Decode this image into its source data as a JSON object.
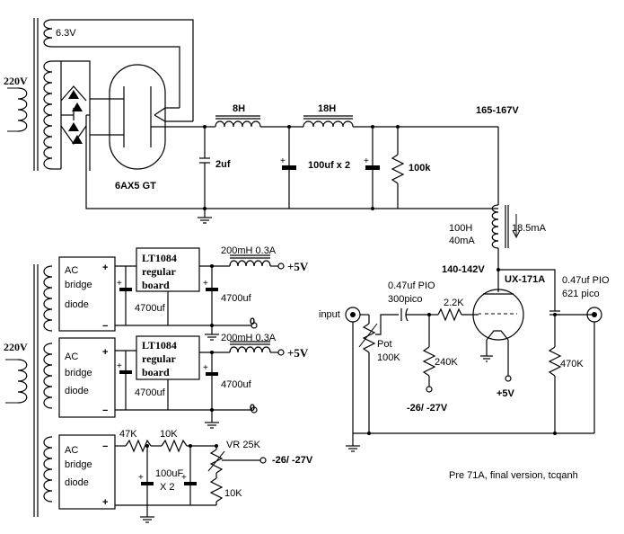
{
  "psu": {
    "mains_label": "220V",
    "heater_label": "6.3V",
    "rectifier_label": "6AX5 GT",
    "cap1_label": "2uf",
    "choke1_label": "8H",
    "choke2_label": "18H",
    "cap2_label": "100uf x 2",
    "bleeder_label": "100k",
    "bplus_label": "165-167V"
  },
  "low_voltage": {
    "mains_label": "220V",
    "block": {
      "line1": "AC",
      "line2": "bridge",
      "line3": "diode"
    },
    "reg": {
      "line1": "LT1084",
      "line2": "regular",
      "line3": "board"
    },
    "choke_label": "200mH 0.3A",
    "cap_label": "4700uf",
    "plus_label": "+",
    "minus_label": "−",
    "out_pos": "+5V",
    "out_zero": "0",
    "bias_r1": "47K",
    "bias_r2": "10K",
    "bias_cap": "100uF",
    "bias_cap_qty": "X 2",
    "bias_vr": "VR 25K",
    "bias_r3": "10K",
    "bias_out": "-26/ -27V"
  },
  "preamp": {
    "choke_label1": "100H",
    "choke_label2": "40mA",
    "current_label": "18.5mA",
    "plate_label": "140-142V",
    "tube_label": "UX-171A",
    "in_cap_label1": "0.47uf PIO",
    "in_cap_label2": "300pico",
    "grid_r_label": "2.2K",
    "out_cap_label1": "0.47uf PIO",
    "out_cap_label2": "621 pico",
    "input_label": "input",
    "pot_label1": "Pot",
    "pot_label2": "100K",
    "grid_leak_label": "240K",
    "out_r_label": "470K",
    "bias_label": "-26/ -27V",
    "fil_label": "+5V"
  },
  "footer": "Pre 71A, final version, tcqanh"
}
